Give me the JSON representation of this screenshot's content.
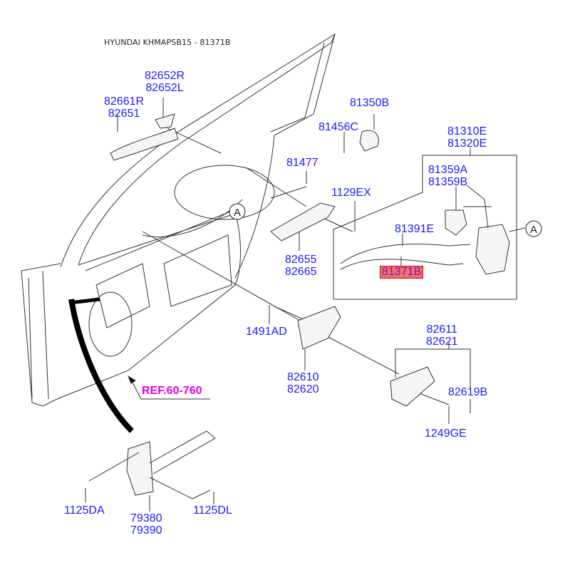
{
  "title": "HYUNDAI KHMAPSB15 - 81371B",
  "highlight_color": "#f07070",
  "label_color": "#1a1aff",
  "ref_color": "#e000e0",
  "callout_letter": "A",
  "reference": "REF.60-760",
  "labels": {
    "outer_handle_cover": [
      "82652R",
      "82652L"
    ],
    "outer_handle": [
      "82661R",
      "82651"
    ],
    "striker": [
      "81350B"
    ],
    "striker_screw": [
      "81456C"
    ],
    "bolt_81477": [
      "81477"
    ],
    "bolt_1129ex": [
      "1129EX"
    ],
    "handle_bracket": [
      "82655",
      "82665"
    ],
    "latch_assembly": [
      "81310E",
      "81320E"
    ],
    "actuator_cover": [
      "81359A",
      "81359B"
    ],
    "cable_81391e": [
      "81391E"
    ],
    "cable_81371b": [
      "81371B"
    ],
    "clip": [
      "1491AD"
    ],
    "inner_handle": [
      "82610",
      "82620"
    ],
    "inner_bezel": [
      "82611",
      "82621"
    ],
    "cap": [
      "82619B"
    ],
    "screw_1249ge": [
      "1249GE"
    ],
    "bolt_1125da": [
      "1125DA"
    ],
    "checker": [
      "79380",
      "79390"
    ],
    "bolt_1125dl": [
      "1125DL"
    ]
  }
}
